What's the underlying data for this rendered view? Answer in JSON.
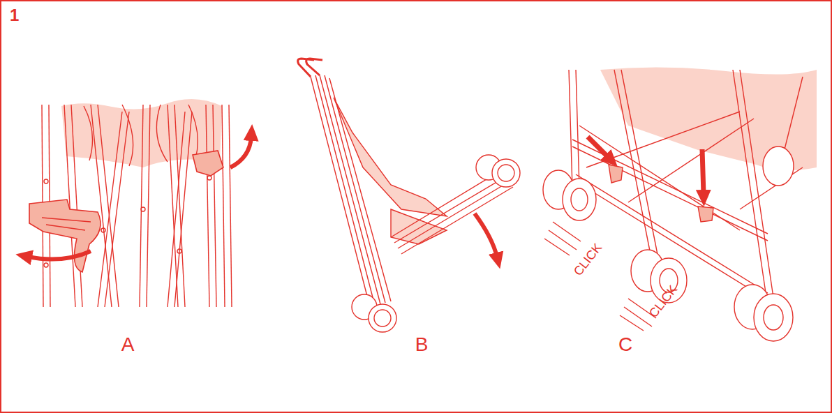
{
  "diagram": {
    "labels": [
      "1",
      "A",
      "B",
      "C",
      "CLICK",
      "CLICK"
    ]
  }
}
